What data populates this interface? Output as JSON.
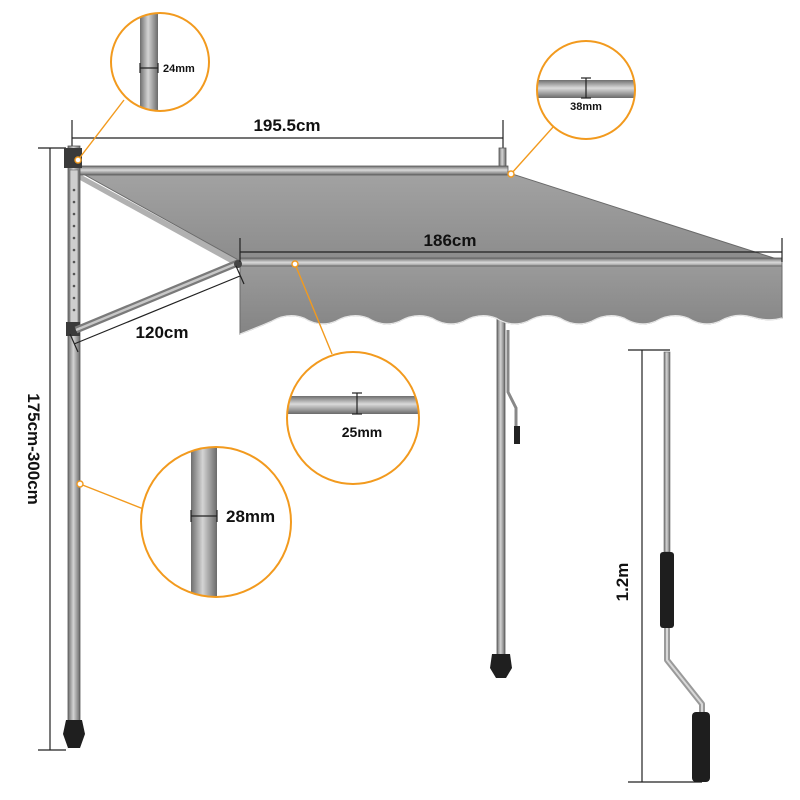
{
  "dimensions": {
    "top_width": "195.5cm",
    "front_width": "186cm",
    "arm_length": "120cm",
    "height_range": "175cm-300cm",
    "crank_length": "1.2m"
  },
  "callouts": {
    "top_pole": "24mm",
    "rail": "38mm",
    "front_bar": "25mm",
    "main_pole": "28mm"
  },
  "colors": {
    "accent": "#f29a1e",
    "canopy": "#8a8a8a",
    "pole": "#9a9a9a",
    "handle": "#1e1e1e"
  },
  "icons": {
    "crank": "crank-handle-icon",
    "foot": "pole-foot-icon"
  }
}
